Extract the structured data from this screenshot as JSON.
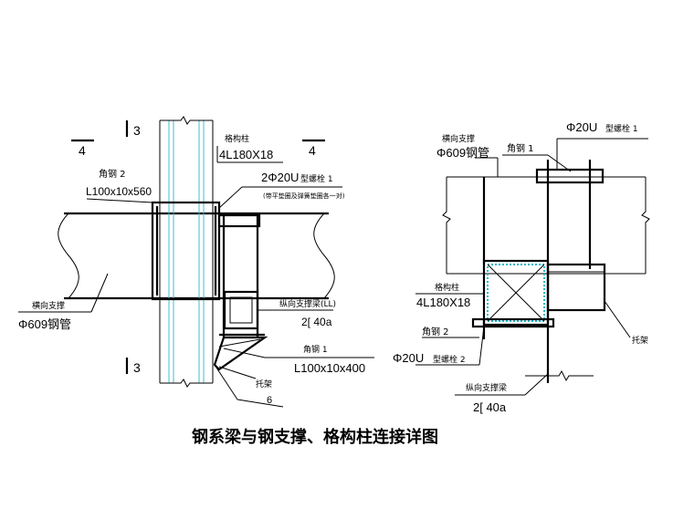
{
  "title": "钢系梁与钢支撑、格构柱连接详图",
  "left_detail": {
    "section_3_top": "3",
    "section_3_bottom": "3",
    "section_4_left": "4",
    "section_4_right": "4",
    "lattice_column_label": "格构柱",
    "lattice_column_spec": "4L180X18",
    "angle_steel_2_label": "角钢 2",
    "angle_steel_2_spec": "L100x10x560",
    "ubolt_spec": "2Φ20U",
    "ubolt_label": "型螺栓 1",
    "ubolt_note": "(带平垫圈及弹簧垫圈各一对)",
    "strut_label": "横向支撑",
    "strut_spec": "Φ609钢管",
    "long_beam_label": "纵向支撑梁(LL)",
    "long_beam_spec": "2[ 40a",
    "angle_steel_1_label": "角钢 1",
    "angle_steel_1_spec": "L100x10x400",
    "bracket_label": "托架",
    "weld_size": "6"
  },
  "right_detail": {
    "strut_label": "横向支撑",
    "strut_spec": "Φ609钢管",
    "angle_steel_1_label": "角钢 1",
    "ubolt_1_spec": "Φ20U",
    "ubolt_1_label": "型螺栓 1",
    "lattice_column_label": "格构柱",
    "lattice_column_spec": "4L180X18",
    "angle_steel_2_label": "角钢 2",
    "ubolt_2_spec": "Φ20U",
    "ubolt_2_label": "型螺栓 2",
    "bracket_label": "托架",
    "long_beam_label": "纵向支撑梁",
    "long_beam_spec": "2[ 40a"
  }
}
